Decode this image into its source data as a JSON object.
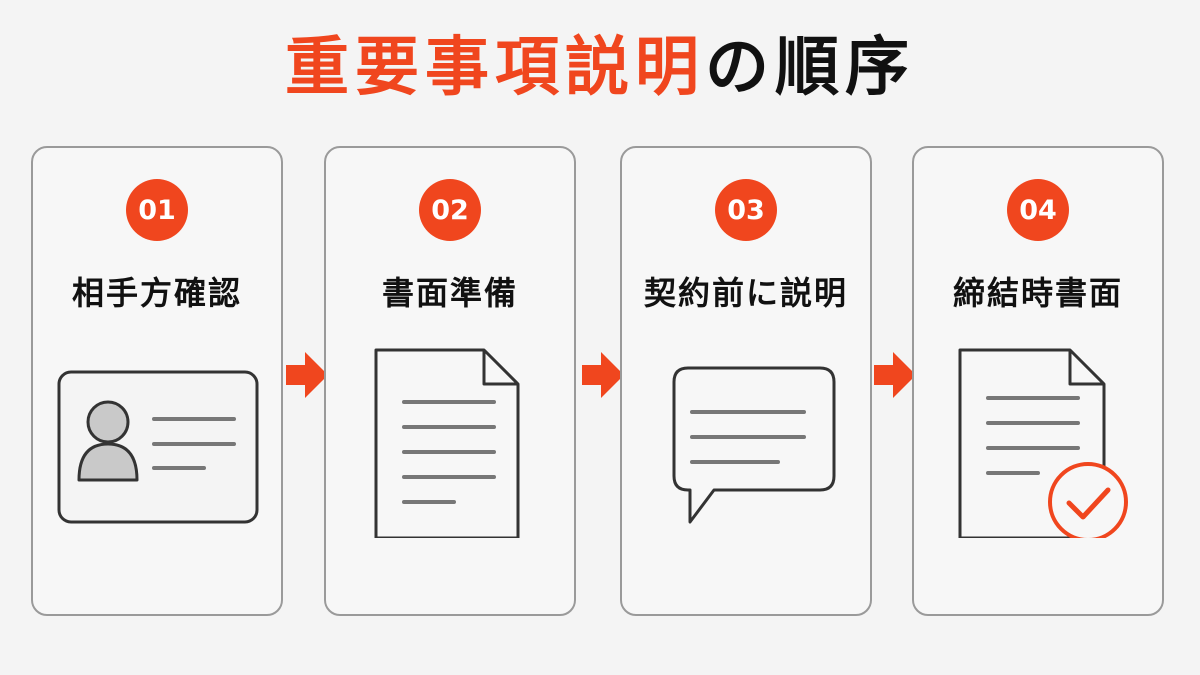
{
  "title": {
    "accent": "重要事項説明",
    "rest": "の順序"
  },
  "steps": [
    {
      "number": "01",
      "label": "相手方確認"
    },
    {
      "number": "02",
      "label": "書面準備"
    },
    {
      "number": "03",
      "label": "契約前に説明"
    },
    {
      "number": "04",
      "label": "締結時書面"
    }
  ],
  "colors": {
    "accent": "#f0461e",
    "text": "#111111",
    "border": "#9a9a9a",
    "line": "#777777"
  },
  "icons": [
    "id-card-icon",
    "document-icon",
    "speech-bubble-icon",
    "signed-document-icon",
    "arrow-right-icon"
  ]
}
